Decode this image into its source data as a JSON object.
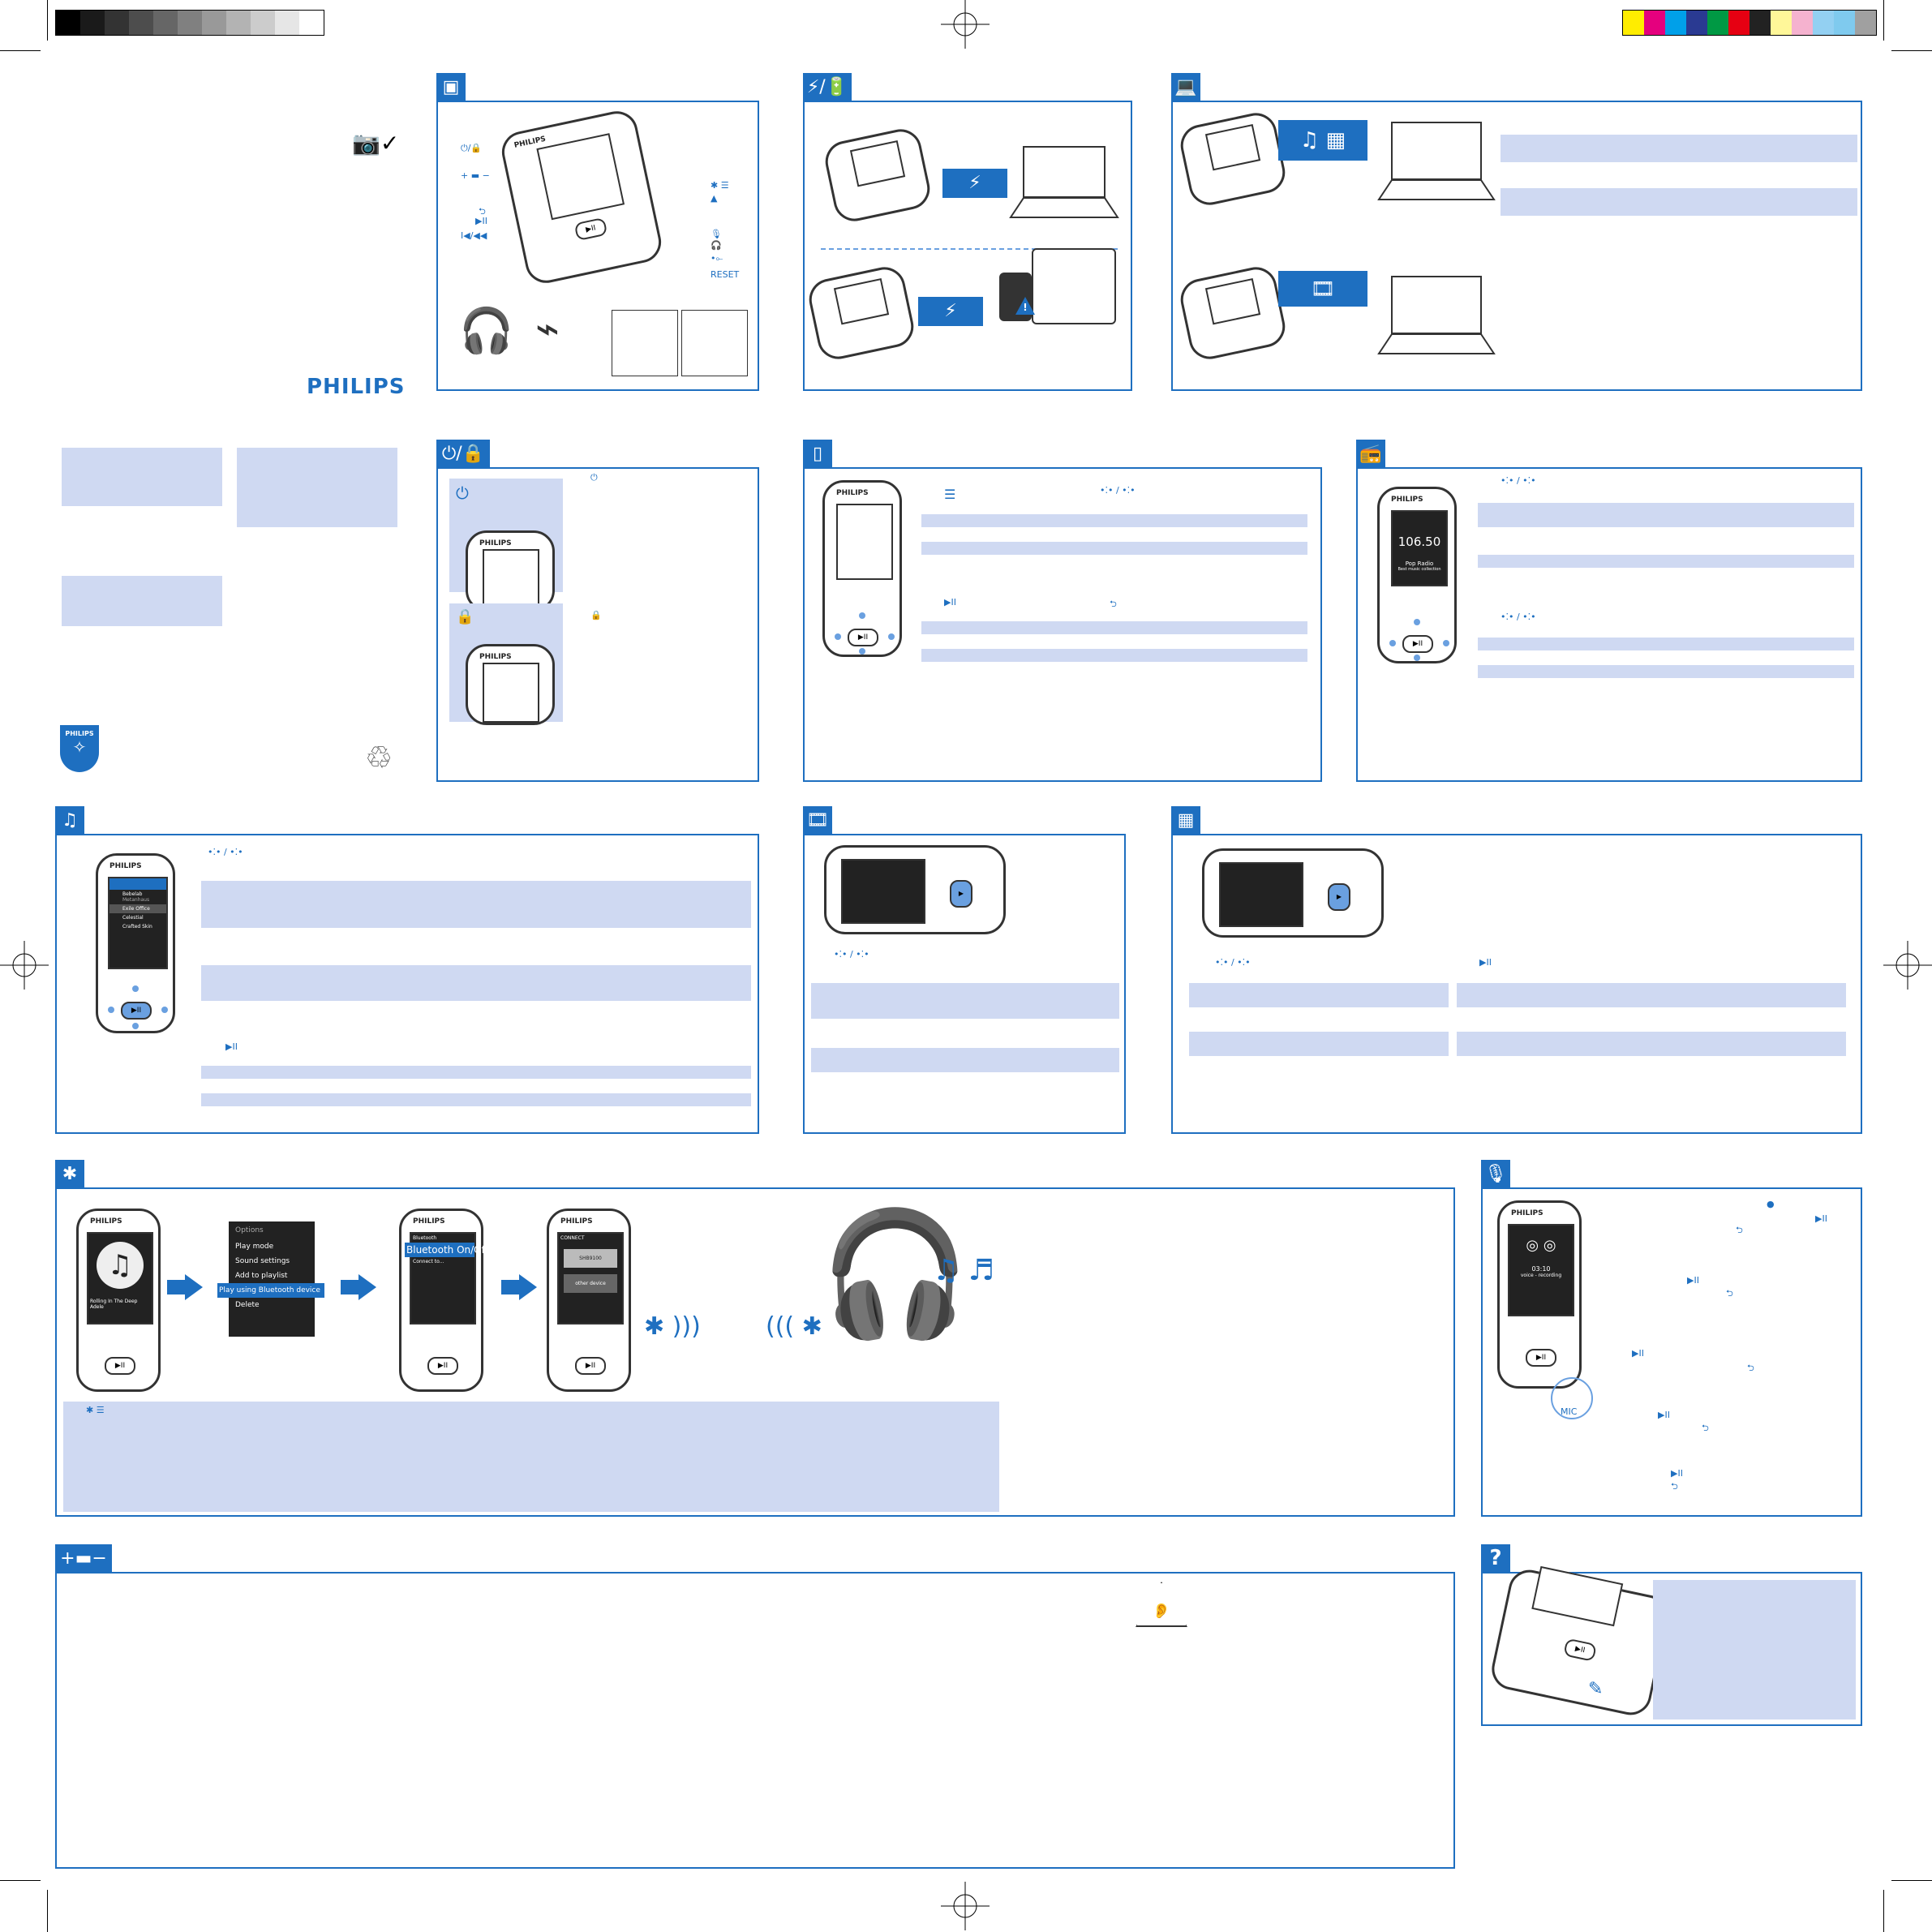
{
  "brand": {
    "logo_text": "PHILIPS",
    "shield_text": "PHILIPS"
  },
  "colors": {
    "accent": "#1e6fc0",
    "band": "#cfd9f2",
    "text": "#222222"
  },
  "calibration_bar": {
    "grays": [
      "#000000",
      "#1a1a1a",
      "#333333",
      "#4d4d4d",
      "#666666",
      "#808080",
      "#999999",
      "#b3b3b3",
      "#cccccc",
      "#e6e6e6",
      "#ffffff"
    ],
    "colors": [
      "#ffed00",
      "#e5007e",
      "#00a0e9",
      "#2a3a92",
      "#009944",
      "#e60012",
      "#222222",
      "#fff799",
      "#f5b2cf",
      "#93d0f2",
      "#7fcaee",
      "#a0a0a0"
    ]
  },
  "box_contents": {
    "device_labels": {
      "power_lock": "⏻/🔒",
      "volume": "+ ▬ −",
      "back": "⮌",
      "play": "▶II",
      "prev": "I◀/◀◀",
      "bt_menu": "✱ ☰",
      "up": "▲",
      "mic": "🎙",
      "headphone": "🎧",
      "usb": "•⟜",
      "reset": "RESET"
    }
  },
  "charge": {
    "warning": "!"
  },
  "transfer": {},
  "power": {
    "power_symbol": "⏻",
    "lock_symbol": "🔒"
  },
  "menu": {
    "menu_icon": "☰",
    "play_icon": "▶II",
    "back_icon": "⮌",
    "nav_icons": "•⁚• / •⁚•"
  },
  "radio": {
    "nav_icons": "•⁚• / •⁚•",
    "frequency": "106.50",
    "station": "Pop Radio",
    "station_sub": "Best music collection"
  },
  "music": {
    "nav_icons": "•⁚• / •⁚•",
    "play_icon": "▶II",
    "list": [
      {
        "title": "Bebelab",
        "sub": "Metanhaus"
      },
      {
        "title": "Exile Office",
        "sub": ""
      },
      {
        "title": "Celestial",
        "sub": ""
      },
      {
        "title": "Crafted Skin",
        "sub": ""
      }
    ]
  },
  "video": {
    "nav_icons": "•⁚• / •⁚•"
  },
  "photo": {
    "nav_icons": "•⁚• / •⁚•",
    "play_icon": "▶II"
  },
  "bluetooth": {
    "now_playing": "Rolling In The Deep",
    "artist": "Adele",
    "options_title": "Options",
    "options": [
      "Play mode",
      "Sound settings",
      "Add to playlist",
      "Play using Bluetooth device",
      "Delete"
    ],
    "bt_menu_title": "Bluetooth",
    "bt_items": [
      "Bluetooth On/Off",
      "Connect to..."
    ],
    "connect_title": "CONNECT",
    "connect_items": [
      "SHB9100",
      "other device"
    ],
    "bt_icon_label": "✱ ☰"
  },
  "recorder": {
    "time": "03:10",
    "label": "voice - recording",
    "mic_label": "MIC",
    "play_icon": "▶II",
    "back_icon": "⮌"
  },
  "volume_section": {},
  "help": {}
}
